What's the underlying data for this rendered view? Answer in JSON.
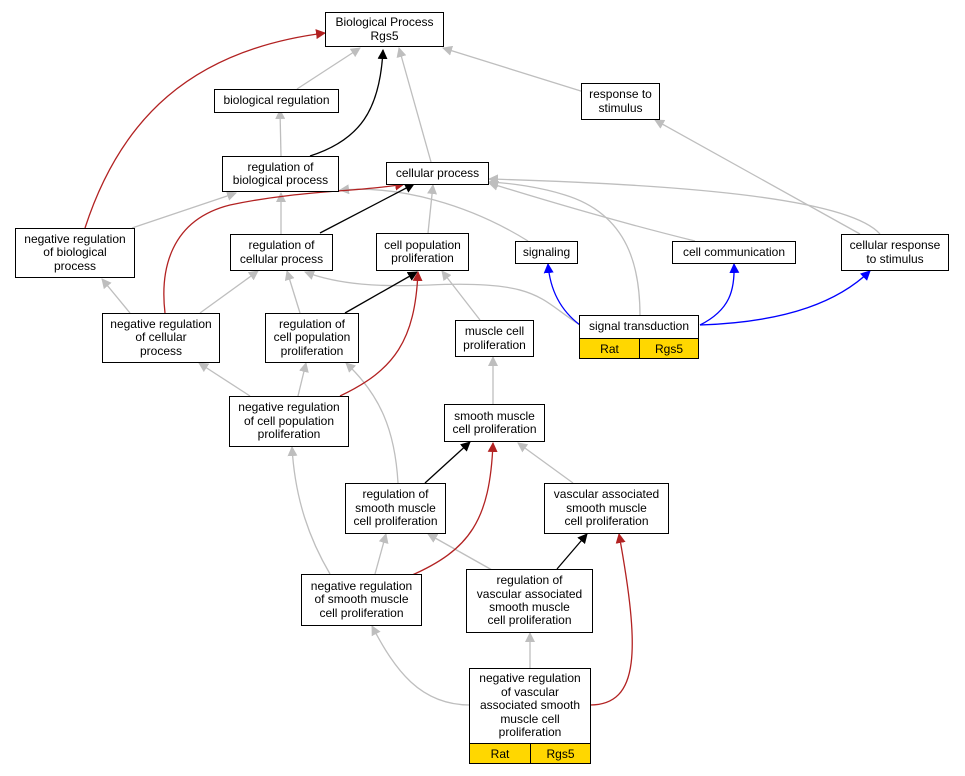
{
  "diagram": {
    "nodes": {
      "bp": "Biological Process\nRgs5",
      "biol_reg": "biological regulation",
      "response": "response to\nstimulus",
      "reg_bp": "regulation of\nbiological process",
      "cell_proc": "cellular process",
      "neg_reg_bp": "negative regulation\nof biological\nprocess",
      "reg_cp": "regulation of\ncellular process",
      "cpp": "cell population\nproliferation",
      "signaling": "signaling",
      "cell_comm": "cell communication",
      "cell_resp": "cellular response\nto stimulus",
      "neg_reg_cp": "negative regulation\nof cellular\nprocess",
      "reg_cpp": "regulation of\ncell population\nproliferation",
      "muscle_prolif": "muscle cell\nproliferation",
      "signal_trans": "signal transduction",
      "neg_reg_cpp": "negative regulation\nof cell population\nproliferation",
      "smc_prolif": "smooth muscle\ncell proliferation",
      "reg_smc": "regulation of\nsmooth muscle\ncell proliferation",
      "vasc_smc": "vascular associated\nsmooth muscle\ncell proliferation",
      "neg_reg_smc": "negative regulation\nof smooth muscle\ncell proliferation",
      "reg_vasc_smc": "regulation of\nvascular associated\nsmooth muscle\ncell proliferation",
      "neg_reg_vasc_smc": "negative regulation\nof vascular\nassociated smooth\nmuscle cell\nproliferation"
    },
    "annotations": {
      "signal_trans": {
        "species": "Rat",
        "gene": "Rgs5"
      },
      "neg_reg_vasc_smc": {
        "species": "Rat",
        "gene": "Rgs5"
      }
    },
    "colors": {
      "is_a": "#bebebe",
      "part_of": "#000000",
      "negatively_regulates": "#b22222",
      "positively_regulates": "#0000ff",
      "annotation_fill": "#ffd700"
    }
  }
}
